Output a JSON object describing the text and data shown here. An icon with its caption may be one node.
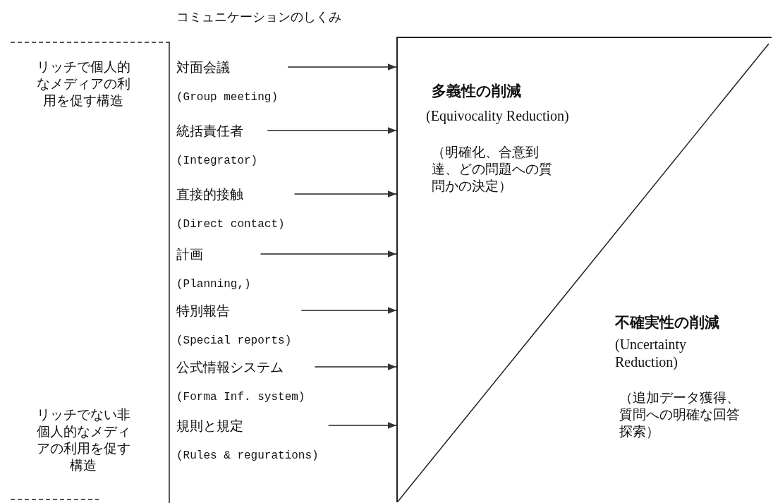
{
  "diagram": {
    "title": "コミュニケーションのしくみ",
    "nodes": [
      {
        "text": [
          "多義性の削減",
          "(Equivocality Reduction)",
          "（明確化、合意到達、どの問題への質問かの決定）"
        ]
      },
      {
        "text": [
          "不確実性の削減",
          "(Uncertainty Reduction)",
          "（追加データ獲得、質問への明確な回答探索）"
        ]
      },
      {
        "text": [
          "対面会議",
          "(Group meeting)"
        ]
      },
      {
        "text": [
          "統括責任者",
          "(Integrator)"
        ]
      },
      {
        "text": [
          "直接的接触",
          "(Direct contact)"
        ]
      },
      {
        "text": [
          "計画",
          "(Planning,)"
        ]
      },
      {
        "text": [
          "特別報告",
          "(Special reports)"
        ]
      },
      {
        "text": [
          "公式情報システム",
          "(Forma Inf. system)"
        ]
      },
      {
        "text": [
          "規則と規定",
          "(Rules & regurations)"
        ]
      }
    ],
    "edges": [
      {
        "from": 2,
        "to": 0,
        "arrow": "to"
      },
      {
        "from": 3,
        "to": 0,
        "arrow": "to"
      },
      {
        "from": 4,
        "to": 0,
        "arrow": "to"
      },
      {
        "from": 5,
        "to": 0,
        "arrow": "to"
      },
      {
        "from": 6,
        "to": 0,
        "arrow": "to"
      },
      {
        "from": 7,
        "to": 0,
        "arrow": "to"
      },
      {
        "from": 8,
        "to": 0,
        "arrow": "to"
      }
    ],
    "labels": [
      "リッチで個人的なメディアの利用を促す構造",
      "リッチでない非個人的なメディアの利用を促す構造"
    ]
  }
}
